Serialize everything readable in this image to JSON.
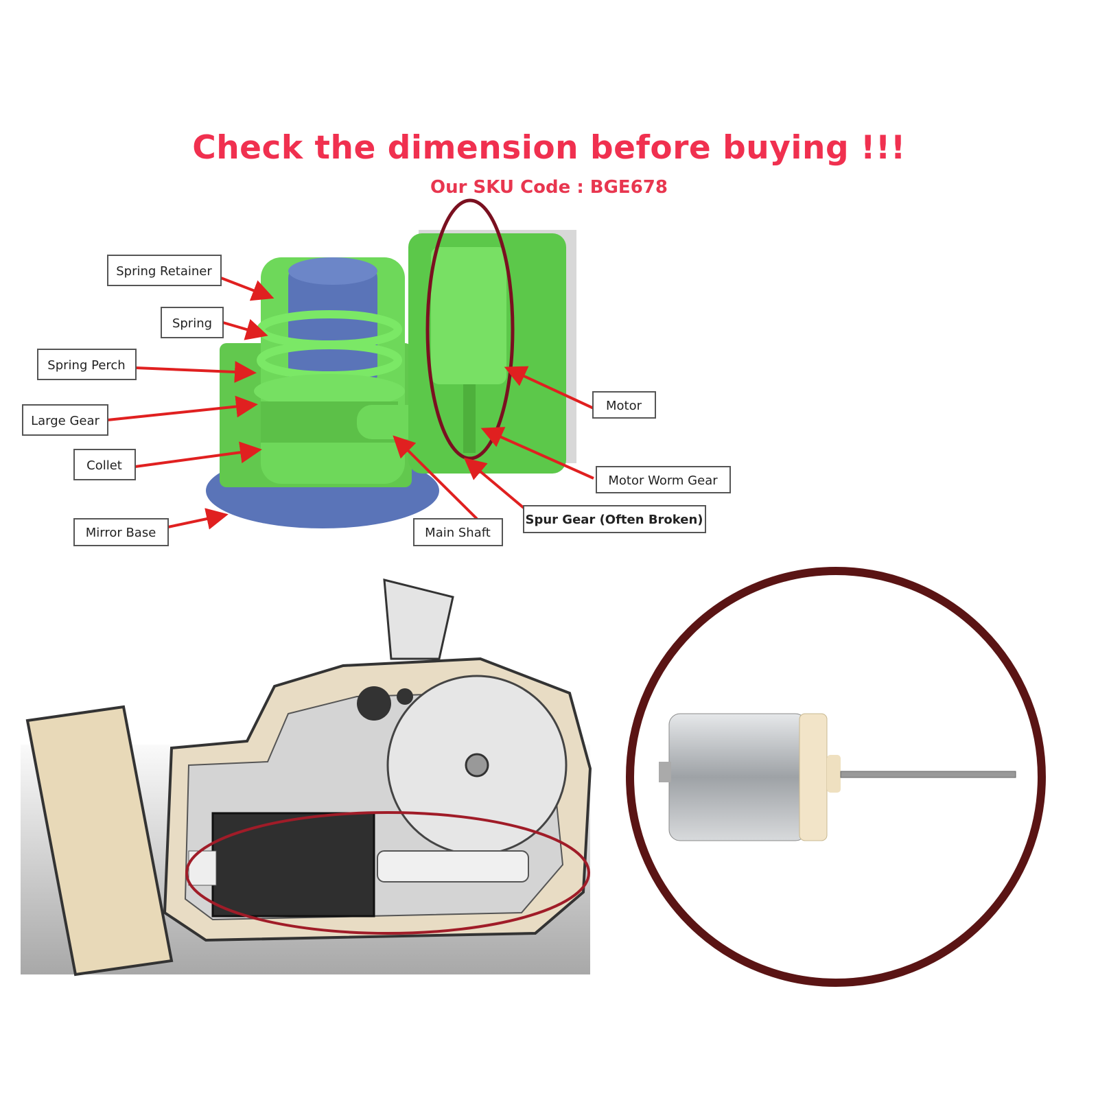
{
  "header": {
    "title": "Check the dimension before buying !!!",
    "sku_line": "Our SKU Code : BGE678"
  },
  "diagram": {
    "labels": {
      "spring_retainer": "Spring Retainer",
      "spring": "Spring",
      "spring_perch": "Spring Perch",
      "large_gear": "Large Gear",
      "collet": "Collet",
      "mirror_base": "Mirror Base",
      "main_shaft": "Main Shaft",
      "spur_gear": "Spur Gear (Often Broken)",
      "motor_worm_gear": "Motor Worm Gear",
      "motor": "Motor"
    }
  },
  "colors": {
    "title": "#f0304f",
    "highlight_ring": "#6e1018",
    "arrow": "#e02020",
    "part_green": "#6ed85a",
    "part_blue": "#5a74b8"
  }
}
